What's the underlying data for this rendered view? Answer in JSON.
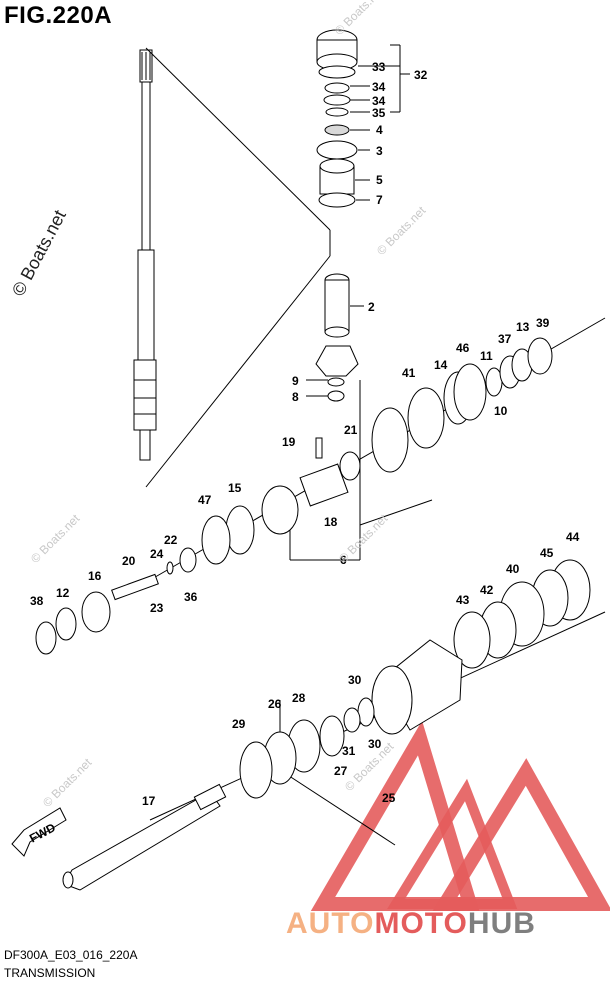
{
  "figure": {
    "title": "FIG.220A",
    "code": "DF300A_E03_016_220A",
    "name": "TRANSMISSION"
  },
  "watermark": {
    "main": "© Boats.net",
    "faint": "© Boats.net"
  },
  "fwd_label": "FWD",
  "brand": {
    "part1": "AUTO",
    "part2": "MOTO",
    "part3": "HUB",
    "color1": "#f5b183",
    "color2": "#e45c5c",
    "color3": "#7f7f7f"
  },
  "colors": {
    "logo_triangle": "#e45c5c",
    "line": "#000000"
  },
  "callouts": [
    {
      "id": "c33",
      "label": "33"
    },
    {
      "id": "c32",
      "label": "32"
    },
    {
      "id": "c34a",
      "label": "34"
    },
    {
      "id": "c34b",
      "label": "34"
    },
    {
      "id": "c35",
      "label": "35"
    },
    {
      "id": "c4",
      "label": "4"
    },
    {
      "id": "c3",
      "label": "3"
    },
    {
      "id": "c5",
      "label": "5"
    },
    {
      "id": "c7",
      "label": "7"
    },
    {
      "id": "c2",
      "label": "2"
    },
    {
      "id": "c9",
      "label": "9"
    },
    {
      "id": "c8",
      "label": "8"
    },
    {
      "id": "c41",
      "label": "41"
    },
    {
      "id": "c14",
      "label": "14"
    },
    {
      "id": "c46",
      "label": "46"
    },
    {
      "id": "c11",
      "label": "11"
    },
    {
      "id": "c37",
      "label": "37"
    },
    {
      "id": "c13",
      "label": "13"
    },
    {
      "id": "c39",
      "label": "39"
    },
    {
      "id": "c10",
      "label": "10"
    },
    {
      "id": "c19",
      "label": "19"
    },
    {
      "id": "c21",
      "label": "21"
    },
    {
      "id": "c47",
      "label": "47"
    },
    {
      "id": "c15",
      "label": "15"
    },
    {
      "id": "c18",
      "label": "18"
    },
    {
      "id": "c6",
      "label": "6"
    },
    {
      "id": "c22",
      "label": "22"
    },
    {
      "id": "c24",
      "label": "24"
    },
    {
      "id": "c20",
      "label": "20"
    },
    {
      "id": "c23",
      "label": "23"
    },
    {
      "id": "c36",
      "label": "36"
    },
    {
      "id": "c16",
      "label": "16"
    },
    {
      "id": "c12",
      "label": "12"
    },
    {
      "id": "c38",
      "label": "38"
    },
    {
      "id": "c44",
      "label": "44"
    },
    {
      "id": "c45",
      "label": "45"
    },
    {
      "id": "c40",
      "label": "40"
    },
    {
      "id": "c42",
      "label": "42"
    },
    {
      "id": "c43",
      "label": "43"
    },
    {
      "id": "c30a",
      "label": "30"
    },
    {
      "id": "c28",
      "label": "28"
    },
    {
      "id": "c26",
      "label": "26"
    },
    {
      "id": "c29",
      "label": "29"
    },
    {
      "id": "c31",
      "label": "31"
    },
    {
      "id": "c30b",
      "label": "30"
    },
    {
      "id": "c27",
      "label": "27"
    },
    {
      "id": "c25",
      "label": "25"
    },
    {
      "id": "c17",
      "label": "17"
    }
  ]
}
